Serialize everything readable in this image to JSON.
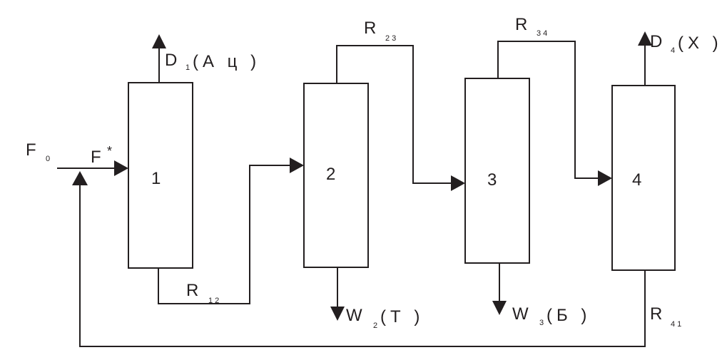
{
  "diagram": {
    "type": "process-flow",
    "stroke_color": "#231f20",
    "columns": [
      {
        "id": "1",
        "label": "1"
      },
      {
        "id": "2",
        "label": "2"
      },
      {
        "id": "3",
        "label": "3"
      },
      {
        "id": "4",
        "label": "4"
      }
    ],
    "streams": {
      "F0": {
        "main": "F",
        "sub": "0"
      },
      "Fstar": {
        "main": "F",
        "sup": "*"
      },
      "D1": {
        "main": "D",
        "sub": "1",
        "product": "(А ц )"
      },
      "D4": {
        "main": "D",
        "sub": "4",
        "product": "(Х )"
      },
      "W2": {
        "main": "W",
        "sub": "2",
        "product": "(Т )"
      },
      "W3": {
        "main": "W",
        "sub": "3",
        "product": "(Б )"
      },
      "R12": {
        "main": "R",
        "sub": "1 2"
      },
      "R23": {
        "main": "R",
        "sub": "2 3"
      },
      "R34": {
        "main": "R",
        "sub": "3 4"
      },
      "R41": {
        "main": "R",
        "sub": "4 1"
      }
    },
    "connections": [
      {
        "from": "feed",
        "to": "1",
        "stream": "F*"
      },
      {
        "from": "1",
        "to": "2",
        "stream": "R12"
      },
      {
        "from": "2",
        "to": "3",
        "stream": "R23"
      },
      {
        "from": "3",
        "to": "4",
        "stream": "R34"
      },
      {
        "from": "4",
        "to": "1",
        "stream": "R41"
      },
      {
        "from": "1",
        "to": "out-top",
        "stream": "D1"
      },
      {
        "from": "2",
        "to": "out-bottom",
        "stream": "W2"
      },
      {
        "from": "3",
        "to": "out-bottom",
        "stream": "W3"
      },
      {
        "from": "4",
        "to": "out-top",
        "stream": "D4"
      }
    ]
  }
}
